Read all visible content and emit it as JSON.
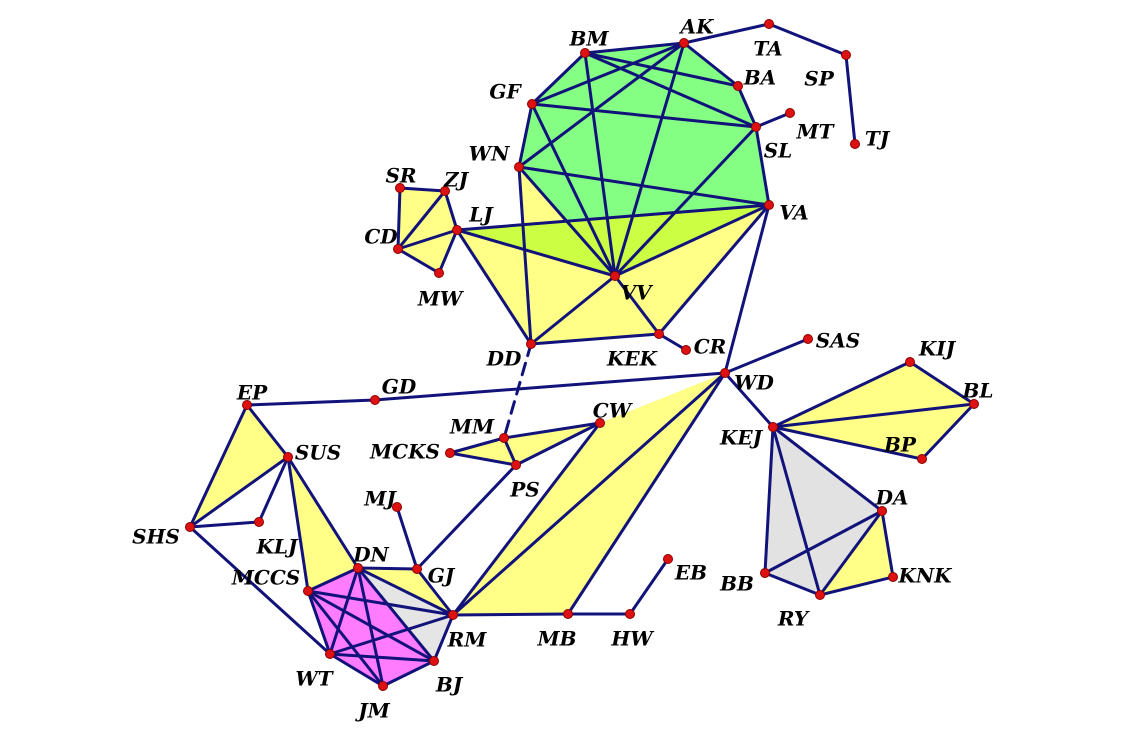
{
  "colors": {
    "edge": "#12137a",
    "node": "#dd1111",
    "node_stroke": "#8a0000",
    "yellow": "#ffff88",
    "green": "#84ff84",
    "gray": "#e2e2e2",
    "magenta": "#ff7cff",
    "lime": "#ccff44"
  },
  "nodes": [
    {
      "id": "AK",
      "label": "AK"
    },
    {
      "id": "TA",
      "label": "TA"
    },
    {
      "id": "SP",
      "label": "SP"
    },
    {
      "id": "TJ",
      "label": "TJ"
    },
    {
      "id": "BM",
      "label": "BM"
    },
    {
      "id": "BA",
      "label": "BA"
    },
    {
      "id": "GF",
      "label": "GF"
    },
    {
      "id": "SL",
      "label": "SL"
    },
    {
      "id": "MT",
      "label": "MT"
    },
    {
      "id": "WN",
      "label": "WN"
    },
    {
      "id": "VA",
      "label": "VA"
    },
    {
      "id": "SR",
      "label": "SR"
    },
    {
      "id": "ZJ",
      "label": "ZJ"
    },
    {
      "id": "LJ",
      "label": "LJ"
    },
    {
      "id": "CD",
      "label": "CD"
    },
    {
      "id": "MW",
      "label": "MW"
    },
    {
      "id": "VV",
      "label": "VV"
    },
    {
      "id": "DD",
      "label": "DD"
    },
    {
      "id": "KEK",
      "label": "KEK"
    },
    {
      "id": "CR",
      "label": "CR"
    },
    {
      "id": "SAS",
      "label": "SAS"
    },
    {
      "id": "WD",
      "label": "WD"
    },
    {
      "id": "KIJ",
      "label": "KIJ"
    },
    {
      "id": "BL",
      "label": "BL"
    },
    {
      "id": "KEJ",
      "label": "KEJ"
    },
    {
      "id": "BP",
      "label": "BP"
    },
    {
      "id": "EP",
      "label": "EP"
    },
    {
      "id": "GD",
      "label": "GD"
    },
    {
      "id": "MM",
      "label": "MM"
    },
    {
      "id": "CW",
      "label": "CW"
    },
    {
      "id": "MCKS",
      "label": "MCKS"
    },
    {
      "id": "PS",
      "label": "PS"
    },
    {
      "id": "SUS",
      "label": "SUS"
    },
    {
      "id": "MJ",
      "label": "MJ"
    },
    {
      "id": "SHS",
      "label": "SHS"
    },
    {
      "id": "KLJ",
      "label": "KLJ"
    },
    {
      "id": "DN",
      "label": "DN"
    },
    {
      "id": "GJ",
      "label": "GJ"
    },
    {
      "id": "MCCS",
      "label": "MCCS"
    },
    {
      "id": "RM",
      "label": "RM"
    },
    {
      "id": "MB",
      "label": "MB"
    },
    {
      "id": "HW",
      "label": "HW"
    },
    {
      "id": "EB",
      "label": "EB"
    },
    {
      "id": "WT",
      "label": "WT"
    },
    {
      "id": "JM",
      "label": "JM"
    },
    {
      "id": "BJ",
      "label": "BJ"
    },
    {
      "id": "DA",
      "label": "DA"
    },
    {
      "id": "BB",
      "label": "BB"
    },
    {
      "id": "RY",
      "label": "RY"
    },
    {
      "id": "KNK",
      "label": "KNK"
    }
  ],
  "faces": [
    {
      "fill": "green",
      "nodes": [
        "BM",
        "AK",
        "BA",
        "SL",
        "VA",
        "VV",
        "WN",
        "GF"
      ]
    },
    {
      "fill": "yellow",
      "nodes": [
        "WN",
        "VV",
        "DD"
      ]
    },
    {
      "fill": "yellow",
      "nodes": [
        "LJ",
        "VV",
        "DD"
      ]
    },
    {
      "fill": "lime",
      "nodes": [
        "LJ",
        "VA",
        "VV"
      ]
    },
    {
      "fill": "yellow",
      "nodes": [
        "VV",
        "VA",
        "KEK",
        "DD"
      ]
    },
    {
      "fill": "yellow",
      "nodes": [
        "SR",
        "ZJ",
        "LJ",
        "CD"
      ]
    },
    {
      "fill": "yellow",
      "nodes": [
        "CD",
        "LJ",
        "MW"
      ]
    },
    {
      "fill": "yellow",
      "nodes": [
        "KEJ",
        "KIJ",
        "BL",
        "BP"
      ]
    },
    {
      "fill": "gray",
      "nodes": [
        "KEJ",
        "DA",
        "RY",
        "BB"
      ]
    },
    {
      "fill": "yellow",
      "nodes": [
        "DA",
        "KNK",
        "RY"
      ]
    },
    {
      "fill": "yellow",
      "nodes": [
        "EP",
        "SUS",
        "SHS"
      ]
    },
    {
      "fill": "yellow",
      "nodes": [
        "MM",
        "CW",
        "PS"
      ]
    },
    {
      "fill": "yellow",
      "nodes": [
        "MM",
        "PS",
        "MCKS"
      ]
    },
    {
      "fill": "yellow",
      "nodes": [
        "WD",
        "RM",
        "MB"
      ]
    },
    {
      "fill": "yellow",
      "nodes": [
        "WD",
        "CW",
        "RM"
      ]
    },
    {
      "fill": "yellow",
      "nodes": [
        "SUS",
        "DN",
        "MCCS"
      ]
    },
    {
      "fill": "yellow",
      "nodes": [
        "DN",
        "GJ",
        "RM"
      ]
    },
    {
      "fill": "gray",
      "nodes": [
        "DN",
        "RM",
        "BJ"
      ]
    },
    {
      "fill": "magenta",
      "nodes": [
        "MCCS",
        "DN",
        "BJ",
        "JM",
        "WT"
      ]
    }
  ],
  "edges": [
    [
      "BM",
      "AK"
    ],
    [
      "AK",
      "BA"
    ],
    [
      "BA",
      "SL"
    ],
    [
      "SL",
      "VA"
    ],
    [
      "BM",
      "GF"
    ],
    [
      "GF",
      "WN"
    ],
    [
      "BM",
      "BA"
    ],
    [
      "BM",
      "SL"
    ],
    [
      "BM",
      "VV"
    ],
    [
      "AK",
      "GF"
    ],
    [
      "AK",
      "VV"
    ],
    [
      "AK",
      "WN"
    ],
    [
      "GF",
      "SL"
    ],
    [
      "GF",
      "VV"
    ],
    [
      "WN",
      "VV"
    ],
    [
      "WN",
      "VA"
    ],
    [
      "SL",
      "VV"
    ],
    [
      "VA",
      "VV"
    ],
    [
      "AK",
      "TA"
    ],
    [
      "TA",
      "SP"
    ],
    [
      "SP",
      "TJ"
    ],
    [
      "SL",
      "MT"
    ],
    [
      "WN",
      "DD"
    ],
    [
      "VV",
      "DD"
    ],
    [
      "LJ",
      "VV"
    ],
    [
      "LJ",
      "DD"
    ],
    [
      "LJ",
      "VA"
    ],
    [
      "VA",
      "KEK"
    ],
    [
      "KEK",
      "DD"
    ],
    [
      "KEK",
      "CR"
    ],
    [
      "VV",
      "KEK"
    ],
    [
      "SR",
      "ZJ"
    ],
    [
      "SR",
      "CD"
    ],
    [
      "ZJ",
      "LJ"
    ],
    [
      "ZJ",
      "CD"
    ],
    [
      "CD",
      "LJ"
    ],
    [
      "CD",
      "MW"
    ],
    [
      "MW",
      "LJ"
    ],
    [
      "VA",
      "WD"
    ],
    [
      "WD",
      "SAS"
    ],
    [
      "WD",
      "KEJ"
    ],
    [
      "EP",
      "GD"
    ],
    [
      "GD",
      "WD"
    ],
    [
      "KEJ",
      "KIJ"
    ],
    [
      "KIJ",
      "BL"
    ],
    [
      "BL",
      "BP"
    ],
    [
      "KEJ",
      "BP"
    ],
    [
      "KEJ",
      "BL"
    ],
    [
      "KEJ",
      "DA"
    ],
    [
      "KEJ",
      "BB"
    ],
    [
      "KEJ",
      "RY"
    ],
    [
      "BB",
      "DA"
    ],
    [
      "BB",
      "RY"
    ],
    [
      "DA",
      "RY"
    ],
    [
      "DA",
      "KNK"
    ],
    [
      "KNK",
      "RY"
    ],
    [
      "EP",
      "SUS"
    ],
    [
      "EP",
      "SHS"
    ],
    [
      "SUS",
      "SHS"
    ],
    [
      "SUS",
      "KLJ"
    ],
    [
      "SHS",
      "KLJ"
    ],
    [
      "SHS",
      "WT"
    ],
    [
      "SUS",
      "MCCS"
    ],
    [
      "SUS",
      "DN"
    ],
    [
      "MM",
      "CW"
    ],
    [
      "MM",
      "PS"
    ],
    [
      "CW",
      "PS"
    ],
    [
      "MCKS",
      "MM"
    ],
    [
      "MCKS",
      "PS"
    ],
    [
      "PS",
      "GJ"
    ],
    [
      "CW",
      "RM"
    ],
    [
      "WD",
      "RM"
    ],
    [
      "WD",
      "MB"
    ],
    [
      "RM",
      "MB"
    ],
    [
      "MB",
      "HW"
    ],
    [
      "HW",
      "EB"
    ],
    [
      "MJ",
      "GJ"
    ],
    [
      "DN",
      "GJ"
    ],
    [
      "GJ",
      "RM"
    ],
    [
      "DN",
      "RM"
    ],
    [
      "MCCS",
      "DN"
    ],
    [
      "MCCS",
      "RM"
    ],
    [
      "MCCS",
      "BJ"
    ],
    [
      "MCCS",
      "JM"
    ],
    [
      "MCCS",
      "WT"
    ],
    [
      "DN",
      "WT"
    ],
    [
      "DN",
      "JM"
    ],
    [
      "DN",
      "BJ"
    ],
    [
      "RM",
      "BJ"
    ],
    [
      "RM",
      "WT"
    ],
    [
      "WT",
      "JM"
    ],
    [
      "WT",
      "BJ"
    ],
    [
      "JM",
      "BJ"
    ]
  ],
  "dashed_edges": [
    [
      "DD",
      "MM"
    ]
  ]
}
